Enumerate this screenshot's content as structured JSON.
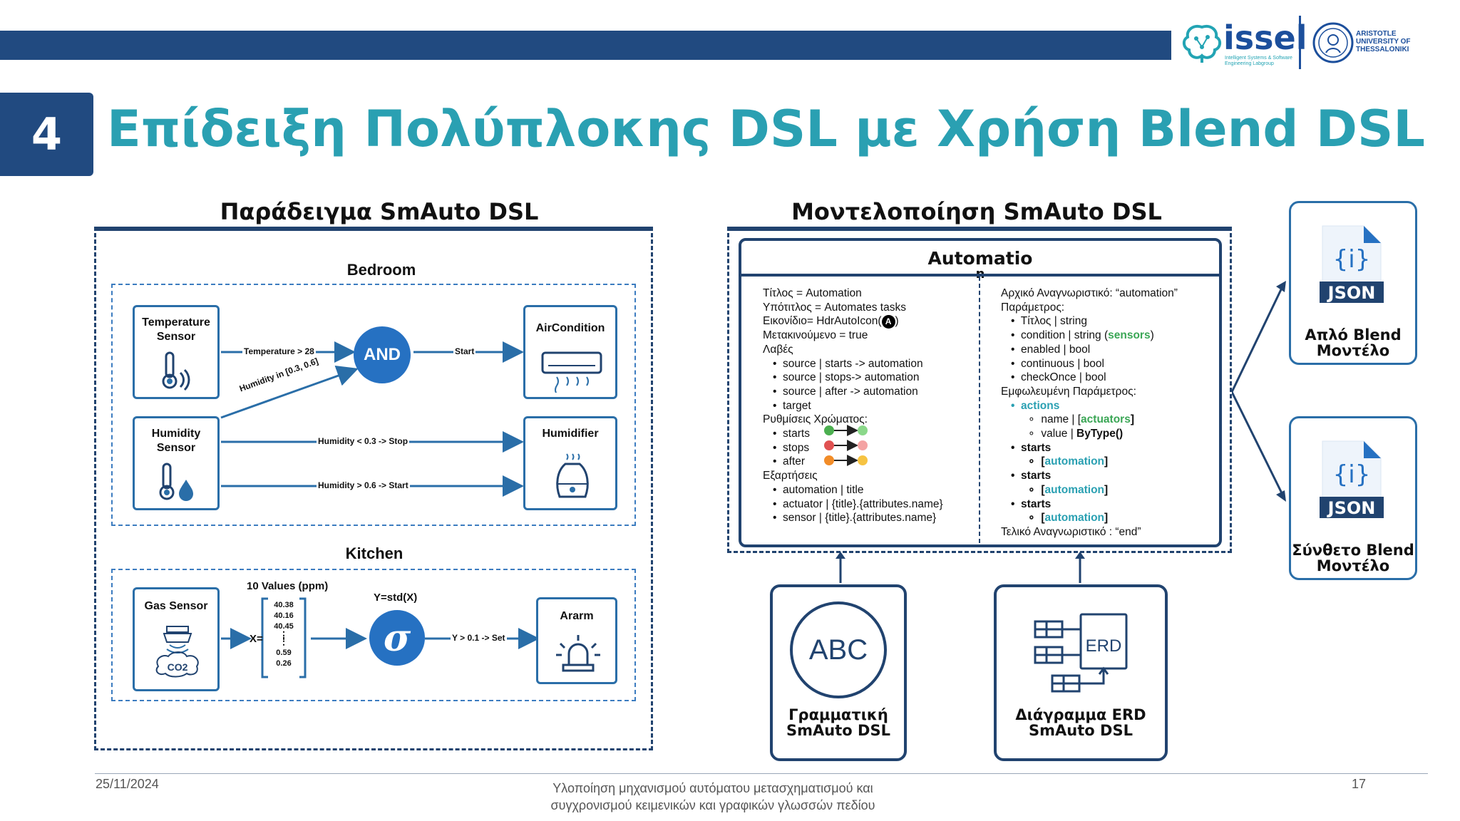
{
  "header": {
    "logo_text": "issel",
    "logo_subtitle": "Intelligent Systems & Software Engineering Labgroup",
    "university": [
      "ARISTOTLE",
      "UNIVERSITY OF",
      "THESSALONIKI"
    ]
  },
  "slide": {
    "number": "4",
    "title": "Επίδειξη Πολύπλοκης DSL με Χρήση Blend DSL"
  },
  "left": {
    "title": "Παράδειγμα SmAuto DSL",
    "bedroom": {
      "title": "Bedroom",
      "temp_sensor": "Temperature Sensor",
      "humidity_sensor": "Humidity Sensor",
      "aircondition": "AirCondition",
      "humidifier": "Humidifier",
      "and_node": "AND",
      "label_temp": "Temperature > 28",
      "label_hum_range": "Humidity in [0.3, 0.6]",
      "label_start": "Start",
      "label_hum_stop": "Humidity < 0.3 -> Stop",
      "label_hum_start": "Humidity > 0.6 -> Start"
    },
    "kitchen": {
      "title": "Kitchen",
      "gas_sensor": "Gas Sensor",
      "co2": "CO2",
      "values_title": "10 Values (ppm)",
      "values_top": [
        "40.38",
        "40.16",
        "40.45"
      ],
      "values_bottom": [
        "0.59",
        "0.26"
      ],
      "x_label": "X=",
      "std_label": "Y=std(X)",
      "sigma": "σ",
      "label_set": "Y > 0.1 -> Set",
      "alarm": "Ararm"
    }
  },
  "middle": {
    "title": "Μοντελοποίηση SmAuto DSL",
    "box_title": "Automatio",
    "box_title_cut": "n",
    "left_col": {
      "l1": "Τίτλος = Automation",
      "l2": "Υπότιτλος = Automates tasks",
      "l3a": "Εικονίδιο= HdrAutoIcon(",
      "l3icon": "A",
      "l3b": ")",
      "l4": "Μετακινούμενο = true",
      "l5": "Λαβές",
      "l6": "source | starts -> automation",
      "l7": "source | stops-> automation",
      "l8": "source | after -> automation",
      "l9": "target",
      "l10": "Ρυθμίσεις Χρώματος:",
      "l11": "starts",
      "l12": "stops",
      "l13": "after",
      "l14": "Εξαρτήσεις",
      "l15": "automation | title",
      "l16": "actuator | {title}.{attributes.name}",
      "l17": "sensor | {title}.{attributes.name}"
    },
    "right_col": {
      "r1": "Αρχικό Αναγνωριστικό: “automation”",
      "r2": "Παράμετρος:",
      "r3": "Τίτλος | string",
      "r4a": "condition | string (",
      "r4b": "sensors",
      "r4c": ")",
      "r5": "enabled | bool",
      "r6": "continuous | bool",
      "r7": "checkOnce | bool",
      "r8": "Εμφωλευμένη Παράμετρος:",
      "r9": "actions",
      "r10": "name | [",
      "r10b": "actuators",
      "r10c": "]",
      "r11a": "value | ",
      "r11b": "ByType()",
      "r12": "starts",
      "r13a": "[",
      "r13b": "automation",
      "r13c": "]",
      "r14": "starts",
      "r16": "starts",
      "r18": "Τελικό Αναγνωριστικό : “end”"
    },
    "abc_label": "ABC",
    "erd_label": "ERD",
    "grammar_caption": [
      "Γραμματική",
      "SmAuto DSL"
    ],
    "erd_caption": [
      "Διάγραμμα ERD",
      "SmAuto DSL"
    ]
  },
  "right": {
    "json_icon_label": "JSON",
    "json_brace": "{i}",
    "simple": [
      "Απλό Blend",
      "Μοντέλο"
    ],
    "complex": [
      "Σύνθετο Blend",
      "Μοντέλο"
    ]
  },
  "colors": {
    "navy": "#214a80",
    "teal_title": "#2aa0b2",
    "node_blue": "#2671c2",
    "starts_from": "#4caf50",
    "starts_to": "#8bd88a",
    "stops_from": "#e05252",
    "stops_to": "#f4a3a3",
    "after_from": "#f28c28",
    "after_to": "#f6c342"
  },
  "footer": {
    "date": "25/11/2024",
    "line1": "Υλοποίηση μηχανισμού αυτόματου μετασχηματισμού και",
    "line2": "συγχρονισμού κειμενικών και γραφικών γλωσσών πεδίου",
    "page": "17"
  }
}
